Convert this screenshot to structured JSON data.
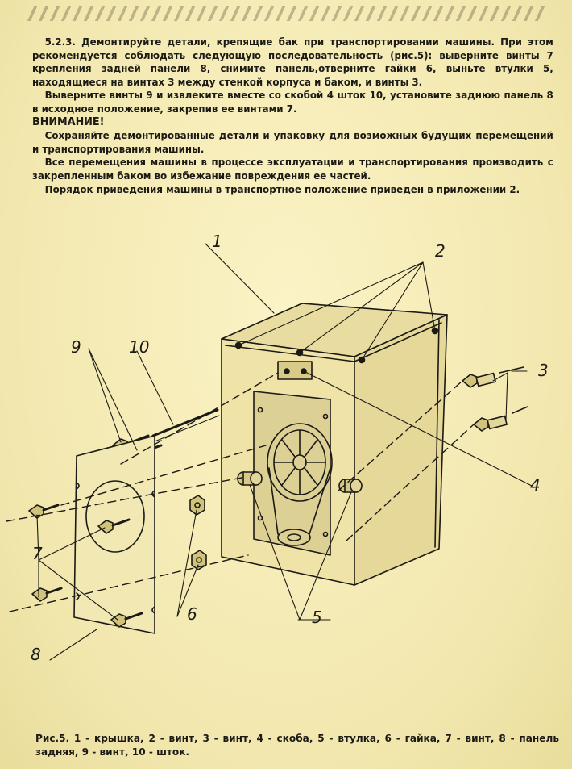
{
  "paragraphs": [
    "5.2.3. Демонтируйте детали, крепящие бак при транспортировании машины. При этом рекомендуется соблюдать следующую последовательность (рис.5): выверните винты 7 крепления задней панели 8, снимите панель,отверните гайки 6, выньте втулки 5, находящиеся на винтах 3 между стенкой корпуса и баком, и винты 3.",
    "Выверните винты 9 и извлеките вместе со скобой 4 шток 10, установите заднюю панель 8 в исходное положение, закрепив ее винтами 7.",
    "ВНИМАНИЕ!",
    "Сохраняйте демонтированные детали и упаковку для возможных будущих перемещений и транспортирования машины.",
    "Все перемещения машины в процессе эксплуатации и транспортирования производить с закрепленным баком во избежание повреждения ее частей.",
    "Порядок приведения машины в транспортное положение приведен в приложении 2."
  ],
  "figure": {
    "labels": {
      "l1": "1",
      "l2": "2",
      "l3": "3",
      "l4": "4",
      "l5": "5",
      "l6": "6",
      "l7": "7",
      "l8": "8",
      "l9": "9",
      "l10": "10"
    },
    "caption": "Рис.5. 1 - крышка, 2 - винт, 3 - винт, 4 - скоба, 5 - втулка, 6 - гайка, 7 - винт, 8 - панель задняя, 9 - винт, 10 - шток."
  }
}
